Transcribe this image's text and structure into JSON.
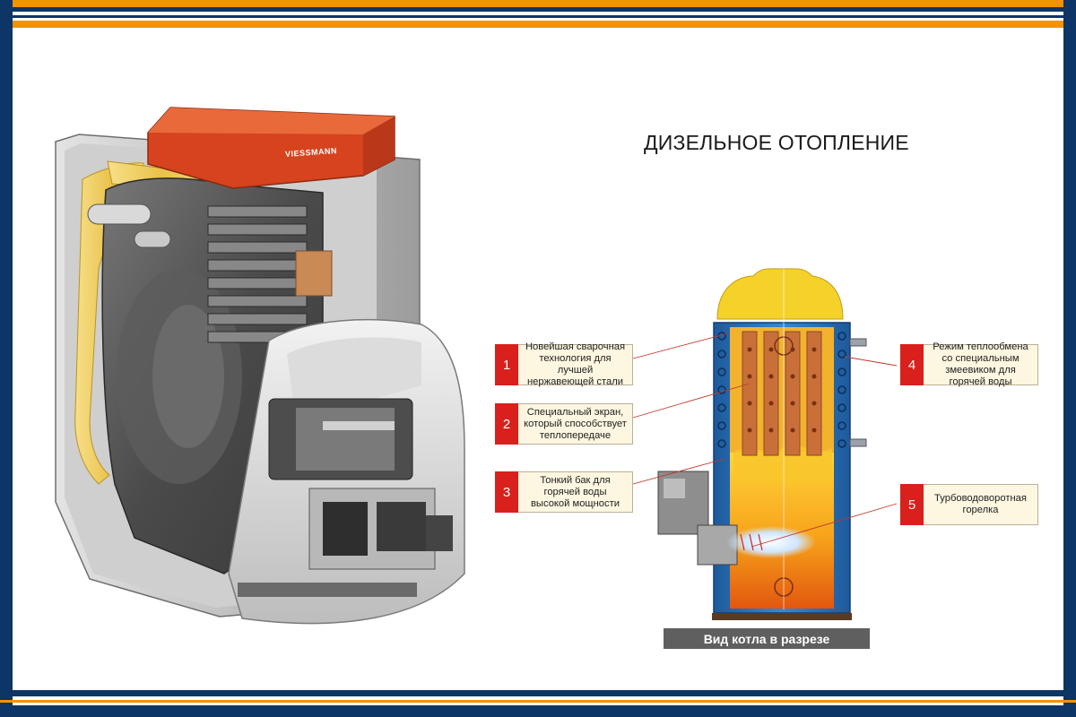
{
  "title": "ДИЗЕЛЬНОЕ ОТОПЛЕНИЕ",
  "brand_label": "VIESSMANN",
  "callouts": [
    {
      "number": "1",
      "text": "Новейшая сварочная технология для лучшей нержавеющей стали"
    },
    {
      "number": "2",
      "text": "Специальный экран, который способствует теплопередаче"
    },
    {
      "number": "3",
      "text": "Тонкий бак для горячей воды высокой мощности"
    },
    {
      "number": "4",
      "text": "Режим теплообмена со специальным змеевиком для горячей воды"
    },
    {
      "number": "5",
      "text": "Турбоводоворотная горелка"
    }
  ],
  "caption": "Вид котла в разрезе",
  "colors": {
    "frame_navy": "#0d3566",
    "frame_orange": "#f39200",
    "callout_red": "#d9201c",
    "callout_bg": "#fdf6e0",
    "boiler_lid": "#d6431e",
    "caption_bg": "#5f5f5f"
  }
}
